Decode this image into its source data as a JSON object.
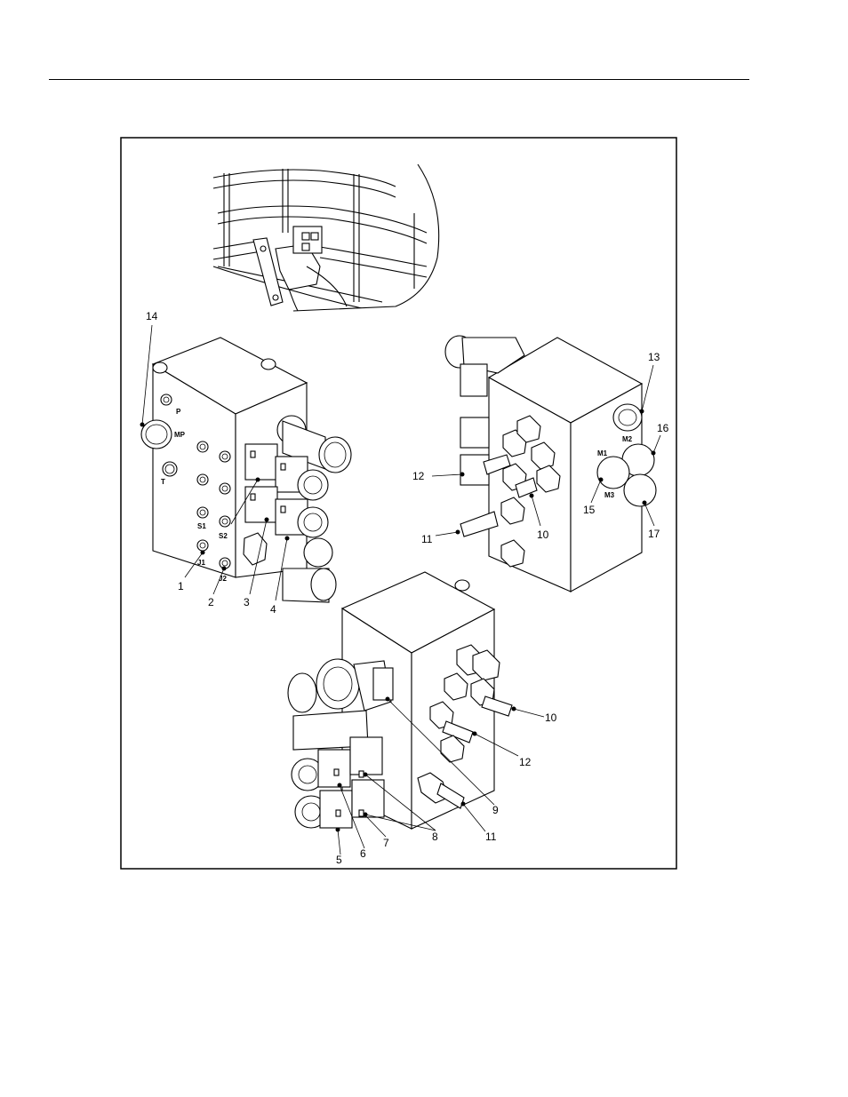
{
  "figure": {
    "border_color": "#000000",
    "callouts": {
      "c1": "1",
      "c2": "2",
      "c3": "3",
      "c4": "4",
      "c5": "5",
      "c6": "6",
      "c7": "7",
      "c8": "8",
      "c9": "9",
      "c10a": "10",
      "c10b": "10",
      "c11a": "11",
      "c11b": "11",
      "c12a": "12",
      "c12b": "12",
      "c13": "13",
      "c14": "14",
      "c15": "15",
      "c16": "16",
      "c17": "17"
    },
    "port_marks": {
      "p": "P",
      "mp": "MP",
      "t": "T",
      "s1": "S1",
      "s2": "S2",
      "j1": "J1",
      "j2": "J2",
      "m1": "M1",
      "m2": "M2",
      "m3": "M3"
    }
  }
}
